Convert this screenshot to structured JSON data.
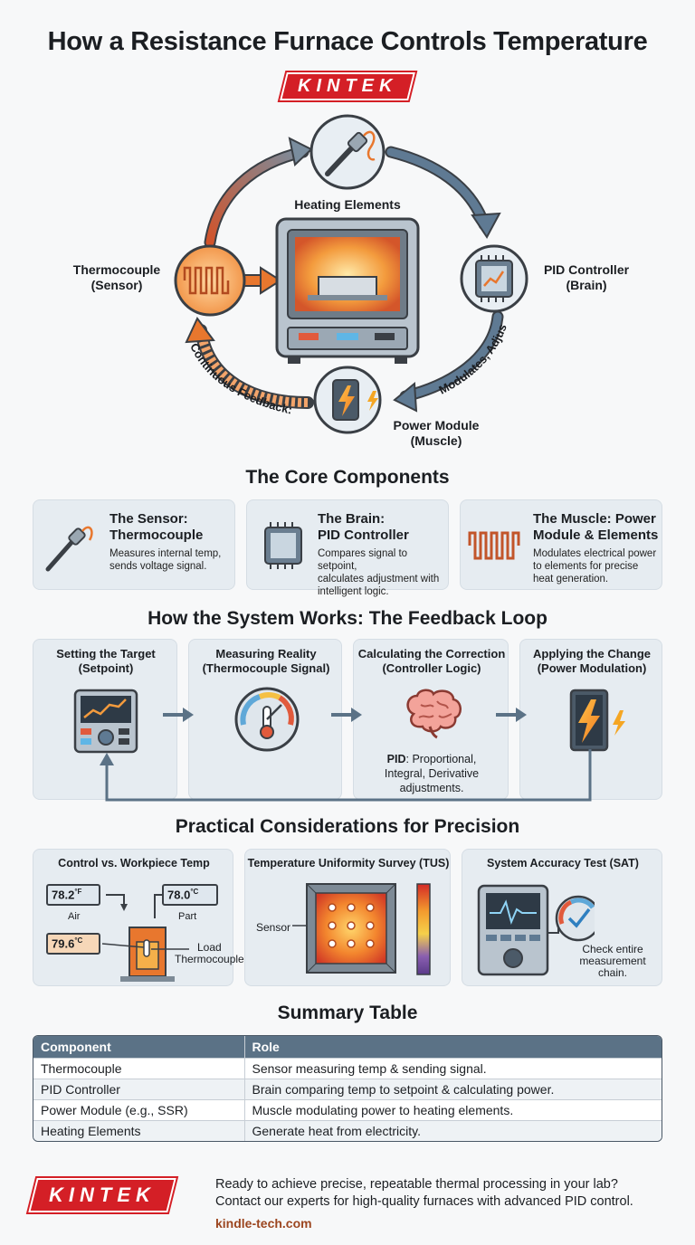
{
  "title": "How a Resistance Furnace Controls Temperature",
  "brand": "KINTEK",
  "diagram": {
    "heating_elements": "Heating Elements",
    "thermocouple": [
      "Thermocouple",
      "(Sensor)"
    ],
    "pid_controller": [
      "PID Controller",
      "(Brain)"
    ],
    "power_module": [
      "Power Module",
      "(Muscle)"
    ],
    "feedback_label": "Continuous Feedback:",
    "modulates_label": "Modulates, Adjust"
  },
  "core": {
    "title": "The Core Components",
    "cards": [
      {
        "title": [
          "The Sensor:",
          "Thermocouple"
        ],
        "desc": [
          "Measures internal temp,",
          "sends voltage signal."
        ]
      },
      {
        "title": [
          "The Brain:",
          "PID Controller"
        ],
        "desc": [
          "Compares signal to setpoint,",
          "calculates adjustment with",
          "intelligent logic."
        ]
      },
      {
        "title": [
          "The Muscle: Power",
          "Module & Elements"
        ],
        "desc": [
          "Modulates electrical power",
          "to elements for precise",
          "heat generation."
        ]
      }
    ]
  },
  "loop": {
    "title": "How the System Works: The Feedback Loop",
    "steps": [
      {
        "title": [
          "Setting the Target",
          "(Setpoint)"
        ]
      },
      {
        "title": [
          "Measuring Reality",
          "(Thermocouple Signal)"
        ]
      },
      {
        "title": [
          "Calculating the Correction",
          "(Controller Logic)"
        ],
        "note_bold": "PID",
        "note": [
          ": Proportional,",
          "Integral, Derivative",
          "adjustments."
        ]
      },
      {
        "title": [
          "Applying the Change",
          "(Power Modulation)"
        ]
      }
    ]
  },
  "practical": {
    "title": "Practical Considerations for Precision",
    "cards": [
      {
        "title": "Control vs. Workpiece Temp",
        "air_temp": "78.2",
        "air_unit": "°F",
        "air_label": "Air",
        "part_temp": "78.0",
        "part_unit": "°C",
        "part_label": "Part",
        "load_temp": "79.6",
        "load_unit": "°C",
        "load_label": [
          "Load",
          "Thermocouple"
        ]
      },
      {
        "title": "Temperature Uniformity Survey (TUS)",
        "sensor_label": "Sensor"
      },
      {
        "title": "System Accuracy Test (SAT)",
        "note": [
          "Check entire",
          "measurement",
          "chain."
        ]
      }
    ]
  },
  "summary": {
    "title": "Summary Table",
    "headers": [
      "Component",
      "Role"
    ],
    "rows": [
      [
        "Thermocouple",
        "Sensor measuring temp & sending signal."
      ],
      [
        "PID Controller",
        "Brain comparing temp to setpoint & calculating power."
      ],
      [
        "Power Module (e.g., SSR)",
        "Muscle modulating power to heating elements."
      ],
      [
        "Heating Elements",
        "Generate heat from electricity."
      ]
    ]
  },
  "footer": {
    "line1": "Ready to achieve precise, repeatable thermal processing in your lab?",
    "line2": "Contact our experts for high-quality furnaces with advanced PID control.",
    "url": "kindle-tech.com"
  },
  "colors": {
    "brand_red": "#d41f26",
    "arrow_blue": "#5b7286",
    "heat_orange": "#e8772e",
    "table_header": "#5b7286"
  }
}
